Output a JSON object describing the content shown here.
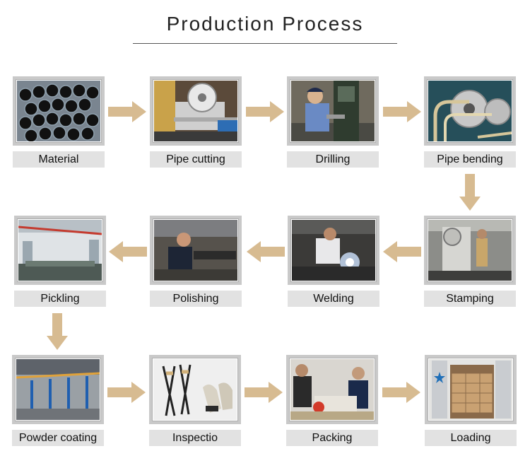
{
  "title": "Production Process",
  "steps": [
    {
      "label": "Material"
    },
    {
      "label": "Pipe cutting"
    },
    {
      "label": "Drilling"
    },
    {
      "label": "Pipe bending"
    },
    {
      "label": "Stamping"
    },
    {
      "label": "Welding"
    },
    {
      "label": "Polishing"
    },
    {
      "label": "Pickling"
    },
    {
      "label": "Powder coating"
    },
    {
      "label": "Inspectio"
    },
    {
      "label": "Packing"
    },
    {
      "label": "Loading"
    }
  ],
  "colors": {
    "arrow": "#d7bb91",
    "label_bg": "#e2e2e2",
    "frame": "#c9c9c9"
  }
}
